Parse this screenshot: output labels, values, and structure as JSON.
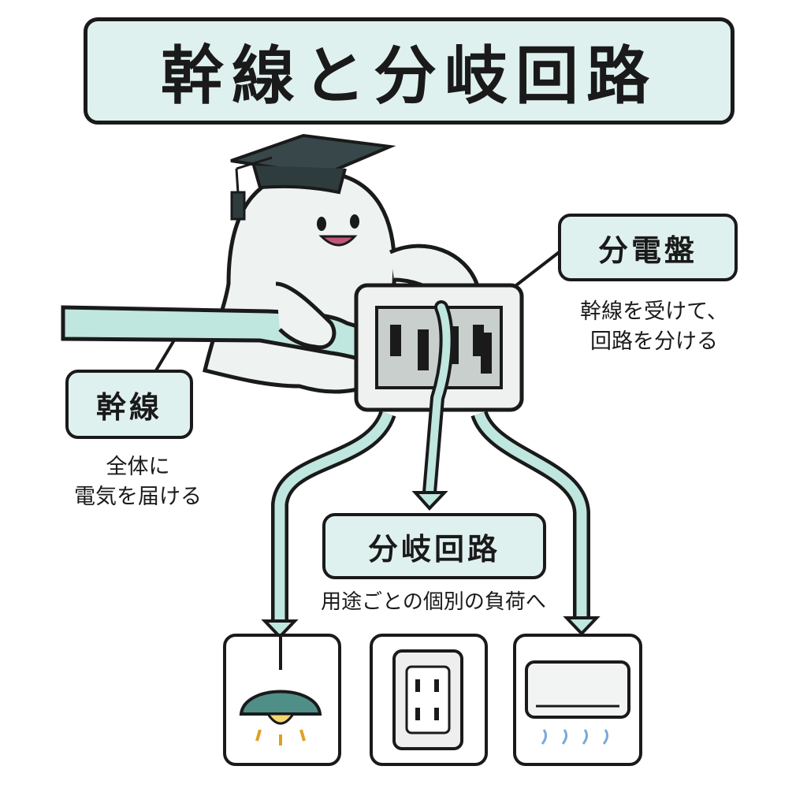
{
  "title": "幹線と分岐回路",
  "trunk": {
    "label": "幹線",
    "note_line1": "全体に",
    "note_line2": "電気を届ける"
  },
  "panel": {
    "label": "分電盤",
    "note_line1": "幹線を受けて、",
    "note_line2": "回路を分ける"
  },
  "branch": {
    "label": "分岐回路",
    "note": "用途ごとの個別の負荷へ"
  },
  "colors": {
    "box_fill": "#dff1ee",
    "wire_fill": "#bfe6df",
    "outline": "#1a1a1a",
    "lamp_shade": "#4f8f88",
    "cap": "#37474a"
  },
  "icons": [
    "graduation-cap-icon",
    "pendant-lamp-icon",
    "wall-outlet-icon",
    "air-conditioner-icon"
  ]
}
